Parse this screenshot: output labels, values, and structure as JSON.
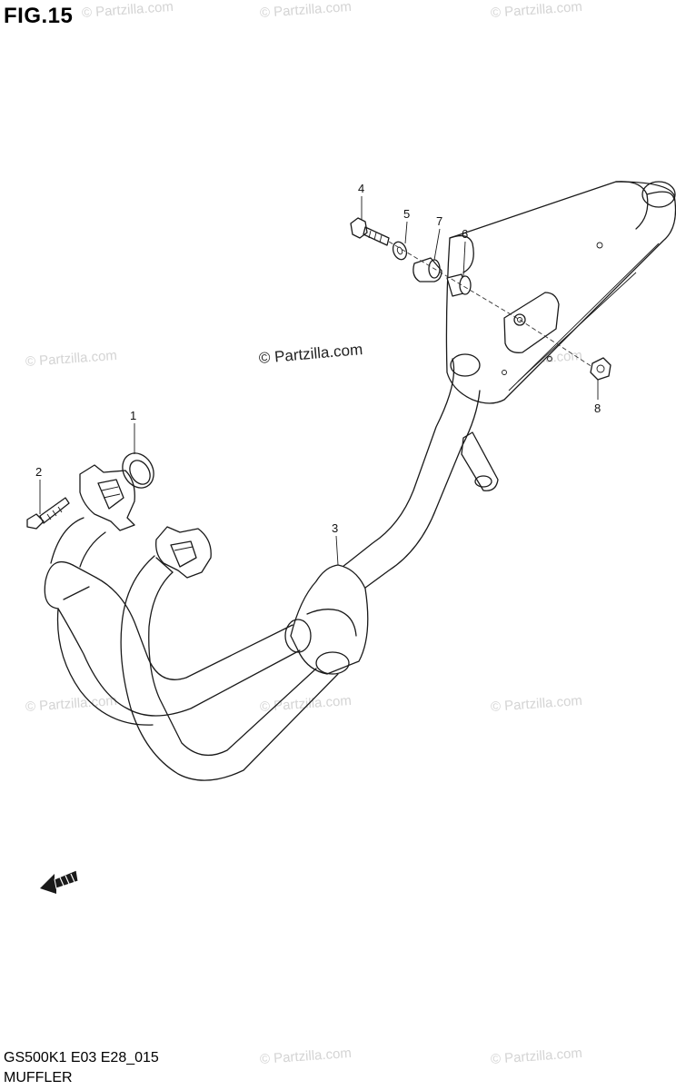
{
  "figure": {
    "title": "FIG.15"
  },
  "watermarks": [
    "© Partzilla.com",
    "© Partzilla.com",
    "© Partzilla.com",
    "© Partzilla.com",
    "© Partzilla.com",
    "© Partzilla.com",
    "© Partzilla.com",
    "© Partzilla.com",
    "© Partzilla.com",
    "© Partzilla.com"
  ],
  "center_watermark": "© Partzilla.com",
  "callouts": [
    "1",
    "2",
    "3",
    "4",
    "5",
    "6",
    "7",
    "8"
  ],
  "footer": {
    "code": "GS500K1 E03 E28_015",
    "name": "MUFFLER"
  },
  "icons": [
    "front-direction-arrow-icon"
  ]
}
